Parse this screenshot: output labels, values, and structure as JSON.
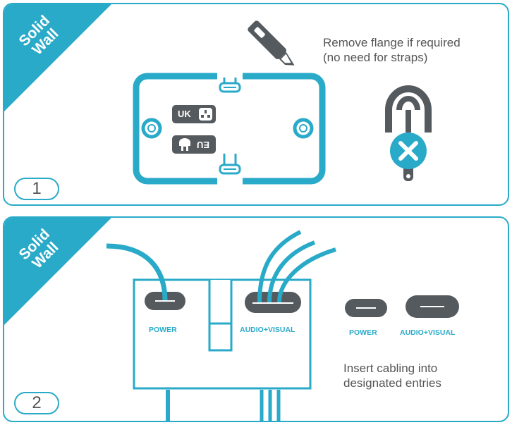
{
  "colors": {
    "accent": "#29aac8",
    "dark": "#555a5e",
    "white": "#ffffff"
  },
  "panel1": {
    "corner": {
      "line1": "Solid",
      "line2": "Wall"
    },
    "step_number": "1",
    "instruction_line1": "Remove flange if required",
    "instruction_line2": "(no need for straps)",
    "plug_uk_label": "UK",
    "plug_eu_label": "EU",
    "icons": [
      "utility-knife-icon",
      "uk-socket-icon",
      "eu-plug-icon",
      "flange-strap-icon",
      "cross-icon"
    ]
  },
  "panel2": {
    "corner": {
      "line1": "Solid",
      "line2": "Wall"
    },
    "step_number": "2",
    "power_label": "POWER",
    "av_label": "AUDIO+VISUAL",
    "legend_power_label": "POWER",
    "legend_av_label": "AUDIO+VISUAL",
    "instruction_line1": "Insert cabling into",
    "instruction_line2": "designated entries"
  }
}
